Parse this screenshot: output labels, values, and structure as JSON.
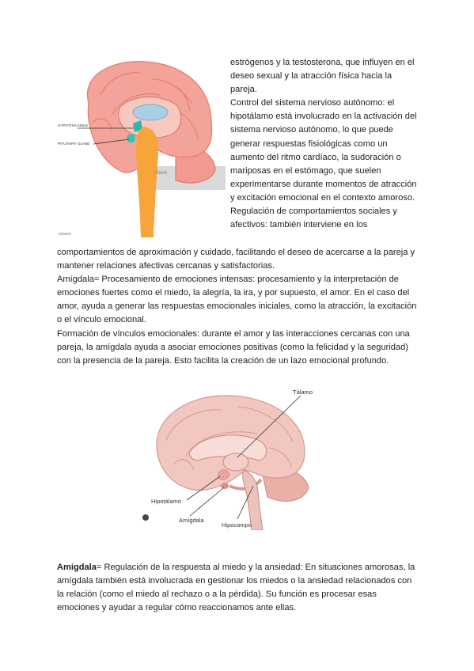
{
  "figure1": {
    "labels": {
      "hypothalamus": "HYPOTHALAMUS",
      "pituitary": "PITUITARY GLAND",
      "watermark": "iStock"
    }
  },
  "column_text": {
    "p1": "estrógenos y la testosterona, que influyen en el deseo sexual y la atracción física hacia la pareja.",
    "p2": "Control del sistema nervioso autónomo: el hipotálamo está involucrado en la activación del sistema nervioso autónomo, lo que puede generar respuestas fisiológicas como un aumento del ritmo cardíaco, la sudoración o mariposas en el estómago, que suelen experimentarse durante momentos de atracción y excitación emocional en el contexto amoroso.",
    "p3_start": "Regulación de comportamientos sociales y afectivos: también interviene en los"
  },
  "body_text": {
    "p3_end": "comportamientos de aproximación y cuidado, facilitando el deseo de acercarse a la pareja y mantener relaciones afectivas cercanas y satisfactorias.",
    "p4": "Amígdala= Procesamiento de emociones intensas: procesamiento y la interpretación de emociones fuertes como el miedo, la alegría, la ira, y por supuesto, el amor. En el caso del amor, ayuda a generar las respuestas emocionales iniciales, como la atracción, la excitación o el vínculo emocional.",
    "p5": "Formación de vínculos emocionales: durante el amor y las interacciones cercanas con una pareja, la amígdala ayuda a asociar emociones positivas (como la felicidad y la seguridad) con la presencia de la pareja. Esto facilita la creación de un lazo emocional profundo."
  },
  "figure2": {
    "labels": {
      "talamo": "Tálamo",
      "hipotalamo": "Hipotálamo",
      "amigdala": "Amígdala",
      "hipocampo": "Hipocampo"
    }
  },
  "final_paragraph": {
    "heading": "Amígdala",
    "text": "= Regulación de la respuesta al miedo y la ansiedad: En situaciones amorosas, la amígdala también está involucrada en gestionar los miedos o la ansiedad relacionados con la relación (como el miedo al rechazo o a la pérdida). Su función es procesar esas emociones y ayudar a regular cómo reaccionamos ante ellas."
  }
}
